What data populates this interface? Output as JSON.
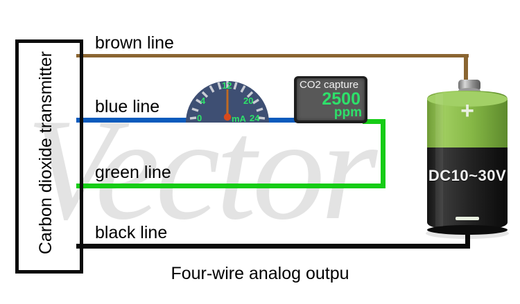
{
  "diagram": {
    "caption": "Four-wire analog outpu",
    "watermark": "Vector"
  },
  "transmitter": {
    "label": "Carbon dioxide transmitter"
  },
  "wires": [
    {
      "name": "brown",
      "label": "brown line",
      "color": "#8a6531"
    },
    {
      "name": "blue",
      "label": "blue line",
      "color": "#0a5bbd"
    },
    {
      "name": "green",
      "label": "green line",
      "color": "#16cc16"
    },
    {
      "name": "black",
      "label": "black line",
      "color": "#0a0a0a"
    }
  ],
  "gauge": {
    "unit": "mA",
    "ticks": [
      "0",
      "4",
      "12",
      "20",
      "24"
    ],
    "needle_value": "12",
    "face_color": "#3e4f73",
    "label_color": "#2ee06a",
    "needle_color": "#c06a22"
  },
  "co2_display": {
    "title": "CO2 capture",
    "value": "2500",
    "unit": "ppm",
    "value_color": "#2ee06a",
    "bezel_color": "#1e1e1e"
  },
  "battery": {
    "voltage_label": "DC10~30V",
    "positive": "+",
    "negative": "−",
    "top_color": "#8cbf4c",
    "body_color": "#1b1b1b"
  }
}
